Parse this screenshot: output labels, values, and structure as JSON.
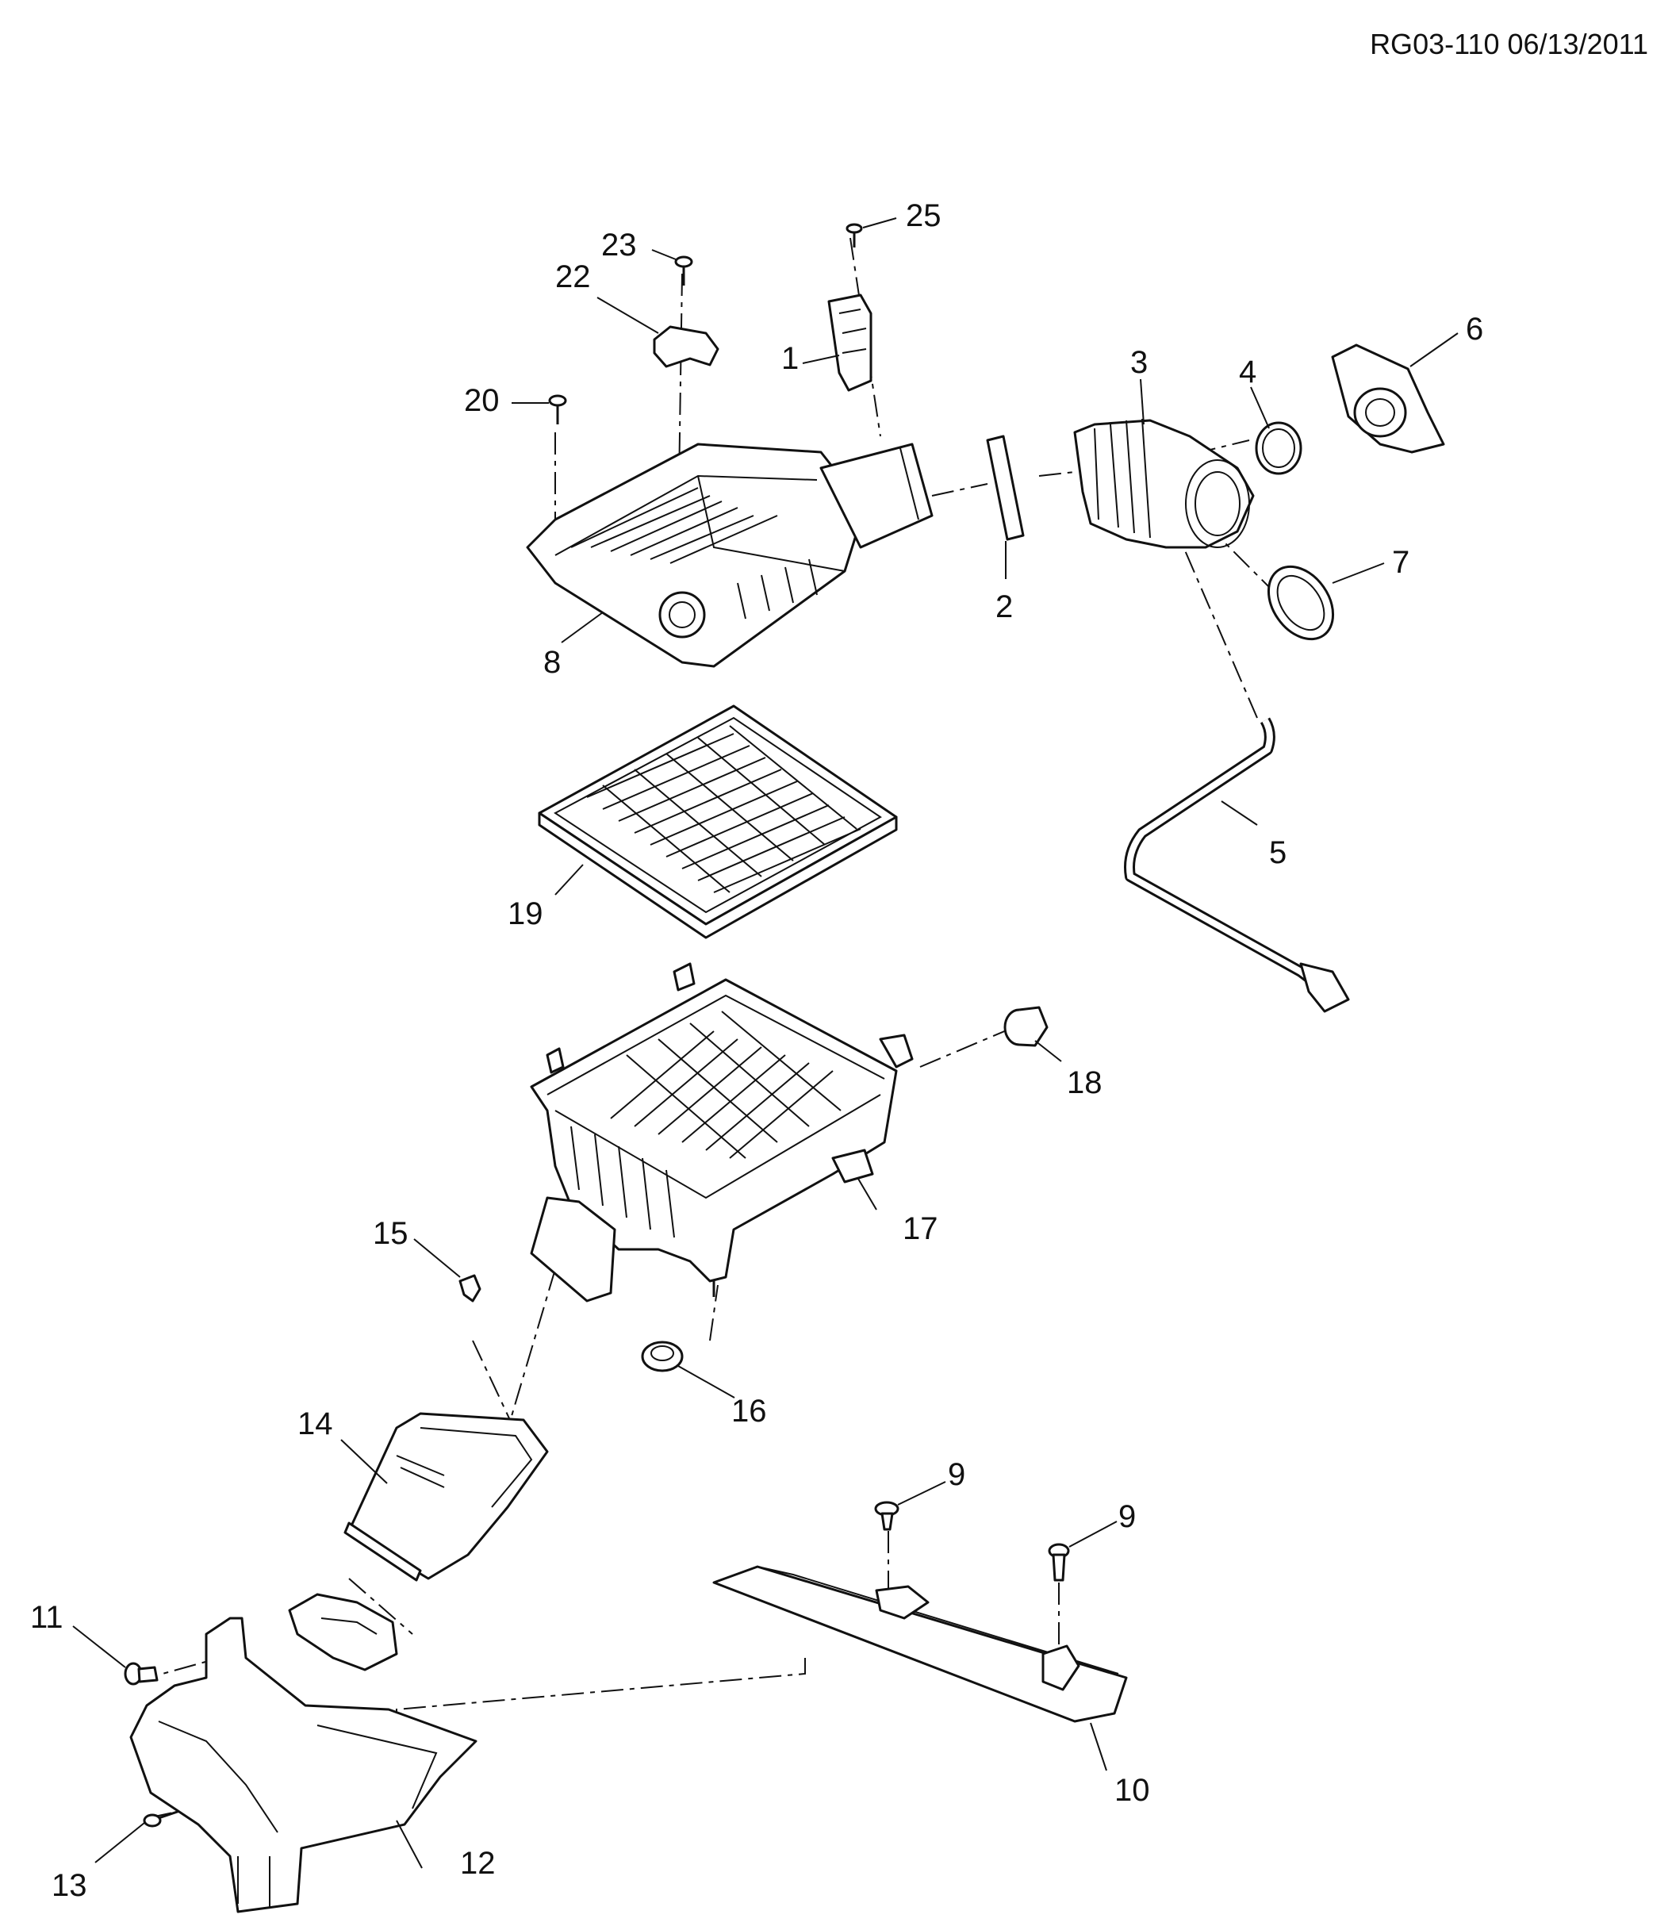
{
  "header": {
    "drawing_ref": "RG03-110 06/13/2011"
  },
  "parts": {
    "p1": "1",
    "p2": "2",
    "p3": "3",
    "p4": "4",
    "p5": "5",
    "p6": "6",
    "p7": "7",
    "p8": "8",
    "p9a": "9",
    "p9b": "9",
    "p10": "10",
    "p11": "11",
    "p12": "12",
    "p13": "13",
    "p14": "14",
    "p15": "15",
    "p16": "16",
    "p17": "17",
    "p18": "18",
    "p19": "19",
    "p20": "20",
    "p22": "22",
    "p23": "23",
    "p25": "25"
  }
}
